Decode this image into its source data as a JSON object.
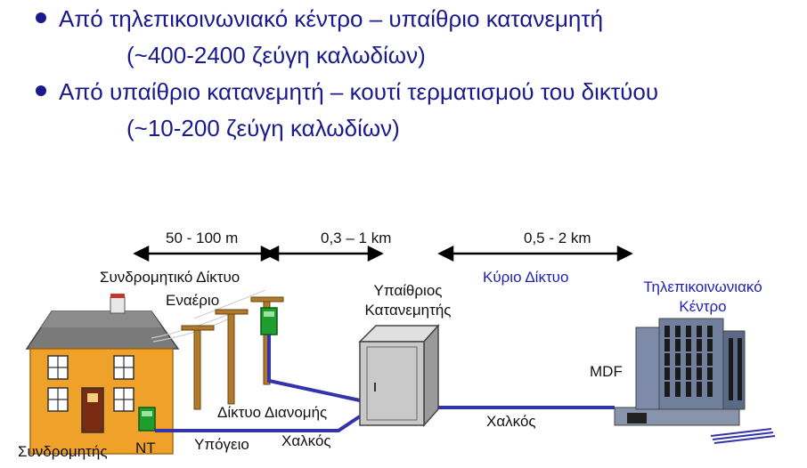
{
  "bullets": [
    {
      "text": "Από τηλεπικοινωνιακό κέντρο – υπαίθριο κατανεμητή",
      "sub": "(~400-2400 ζεύγη καλωδίων)"
    },
    {
      "text": "Από υπαίθριο κατανεμητή – κουτί τερματισμού του δικτύου",
      "sub": "(~10-200 ζεύγη καλωδίων)"
    }
  ],
  "diagram": {
    "distances": {
      "subscriber": "50 - 100 m",
      "distribution": "0,3 – 1 km",
      "main": "0,5 - 2 km"
    },
    "labels": {
      "subscriber_network": "Συνδρομητικό Δίκτυο",
      "aerial": "Εναέριο",
      "cabinet_line1": "Υπαίθριος",
      "cabinet_line2": "Κατανεμητής",
      "main_network": "Κύριο Δίκτυο",
      "exchange_line1": "Τηλεπικοινωνιακό",
      "exchange_line2": "Κέντρο",
      "mdf": "MDF",
      "distribution_network": "Δίκτυο Διανομής",
      "copper_right": "Χαλκός",
      "copper_left": "Χαλκός",
      "underground": "Υπόγειο",
      "nt": "NT",
      "subscriber": "Συνδρομητής"
    },
    "colors": {
      "text_blue": "#1a1a8c",
      "label_blue": "#1f1fb8",
      "cable": "#3333aa",
      "house_wall": "#f0a12a",
      "roof": "#6b6b6b",
      "pole": "#b07a2a",
      "terminal_green": "#1e9e2e",
      "cabinet": "#c9c9c9",
      "building": "#6f7f9c"
    }
  }
}
